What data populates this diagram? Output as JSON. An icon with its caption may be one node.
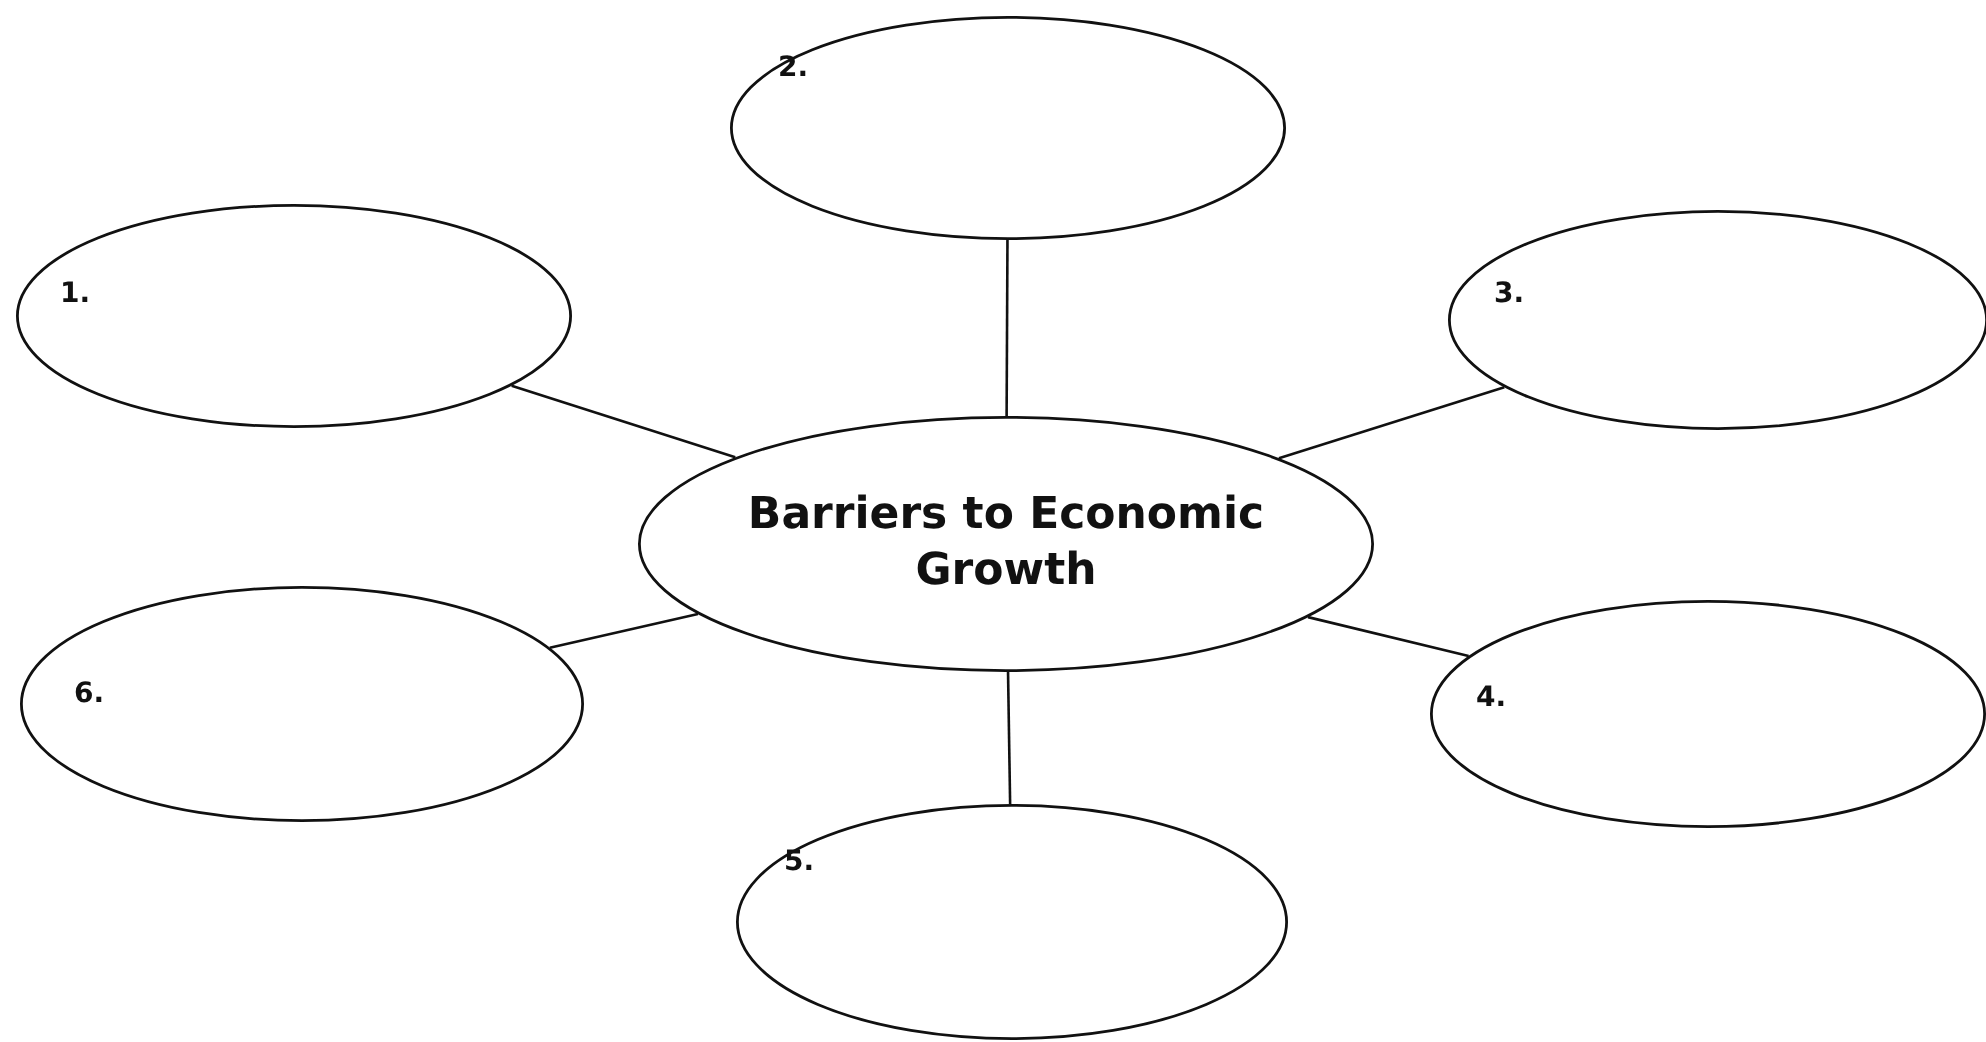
{
  "diagram": {
    "nodes": [
      {
        "text": [
          "Barriers to Economic Growth"
        ]
      },
      {
        "text": [
          "1."
        ]
      },
      {
        "text": [
          "2."
        ]
      },
      {
        "text": [
          "3."
        ]
      },
      {
        "text": [
          "4."
        ]
      },
      {
        "text": [
          "5."
        ]
      },
      {
        "text": [
          "6."
        ]
      }
    ],
    "edges": [
      {
        "from": 0,
        "to": 1,
        "arrow": "none"
      },
      {
        "from": 0,
        "to": 2,
        "arrow": "none"
      },
      {
        "from": 0,
        "to": 3,
        "arrow": "none"
      },
      {
        "from": 0,
        "to": 4,
        "arrow": "none"
      },
      {
        "from": 0,
        "to": 5,
        "arrow": "none"
      },
      {
        "from": 0,
        "to": 6,
        "arrow": "none"
      }
    ]
  }
}
